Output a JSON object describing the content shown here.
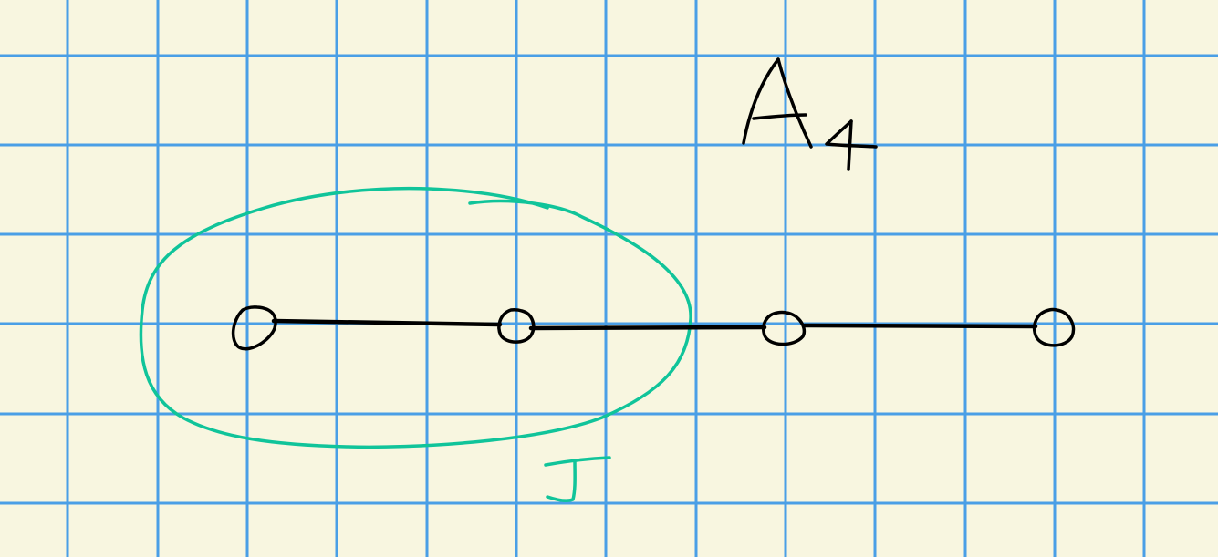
{
  "diagram": {
    "title": "A4",
    "subset_label": "J",
    "node_count": 4,
    "edge_count": 3,
    "subset_nodes": 2
  },
  "colors": {
    "paper": "#f8f6e0",
    "grid": "#4a9fe6",
    "ink": "#000000",
    "highlight": "#10c49a"
  }
}
